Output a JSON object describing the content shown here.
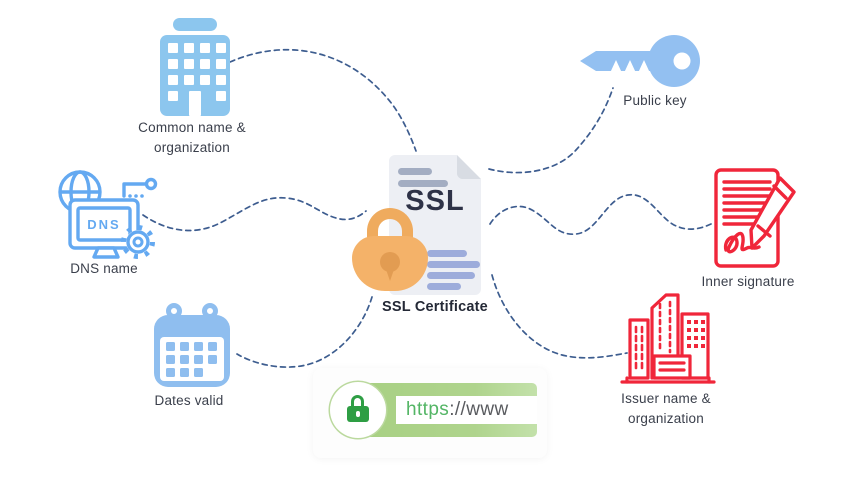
{
  "title": "SSL Certificate components diagram",
  "center": {
    "doc_label": "SSL",
    "caption": "SSL Certificate"
  },
  "nodes": {
    "common_name": {
      "label": "Common name &\norganization"
    },
    "dns": {
      "label": "DNS name",
      "monitor_text": "DNS"
    },
    "dates_valid": {
      "label": "Dates valid"
    },
    "public_key": {
      "label": "Public key"
    },
    "inner_signature": {
      "label": "Inner signature"
    },
    "issuer": {
      "label": "Issuer name &\norganization"
    }
  },
  "address_bar": {
    "protocol": "https",
    "suffix": "://www"
  },
  "colors": {
    "blue_solid_icon": "#8CC6EE",
    "blue_outline_icon": "#64A9F1",
    "red_icon": "#F0263A",
    "dashed_connector": "#2D4F86",
    "lock_orange": "#F4B269",
    "document_gray": "#EDEFF4",
    "address_green": "#A6CF80",
    "https_green": "#53B565",
    "secure_lock_green": "#2E9E44",
    "label_text": "#3A3F4B"
  }
}
